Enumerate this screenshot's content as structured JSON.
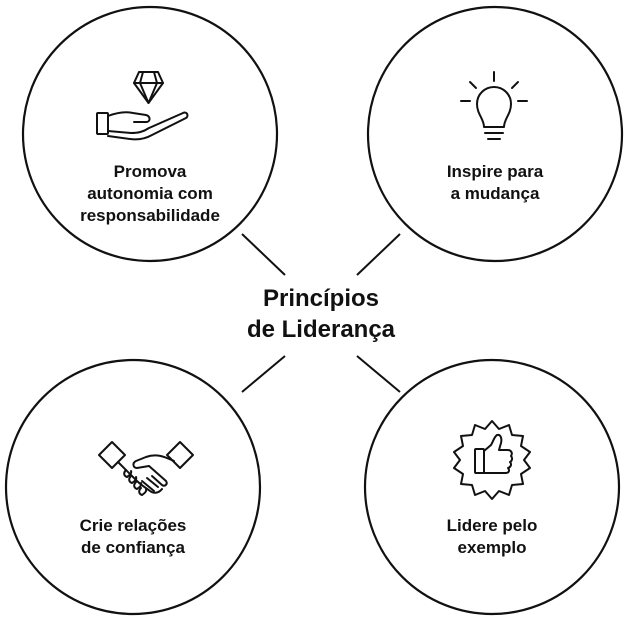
{
  "center": {
    "title_line1": "Princípios",
    "title_line2": "de Liderança"
  },
  "nodes": {
    "top_left": {
      "icon": "diamond-hand-icon",
      "line1": "Promova",
      "line2": "autonomia com",
      "line3": "responsabilidade"
    },
    "top_right": {
      "icon": "lightbulb-icon",
      "line1": "Inspire para",
      "line2": "a mudança"
    },
    "bottom_left": {
      "icon": "handshake-icon",
      "line1": "Crie relações",
      "line2": "de confiança"
    },
    "bottom_right": {
      "icon": "thumbs-up-badge-icon",
      "line1": "Lidere pelo",
      "line2": "exemplo"
    }
  },
  "colors": {
    "stroke": "#111111",
    "background": "#ffffff"
  }
}
